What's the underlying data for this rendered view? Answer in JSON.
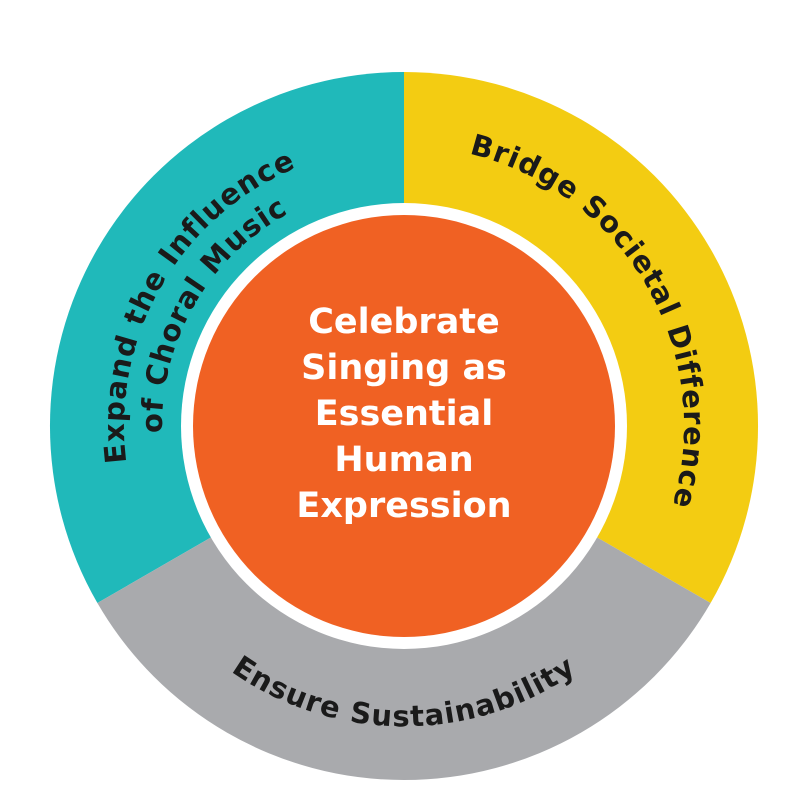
{
  "colors": {
    "teal": "#20b9ba",
    "yellow": "#f3cc12",
    "gray": "#a9aaad",
    "orange": "#f06123",
    "center_text": "#ffffff",
    "ring_text": "#1a1a1a"
  },
  "segments": {
    "teal": {
      "line1": "Expand the Influence",
      "line2": "of Choral Music"
    },
    "yellow": {
      "label": "Bridge Societal Difference"
    },
    "gray": {
      "label": "Ensure Sustainability"
    }
  },
  "center": {
    "lines": [
      "Celebrate",
      "Singing as",
      "Essential",
      "Human",
      "Expression"
    ]
  }
}
